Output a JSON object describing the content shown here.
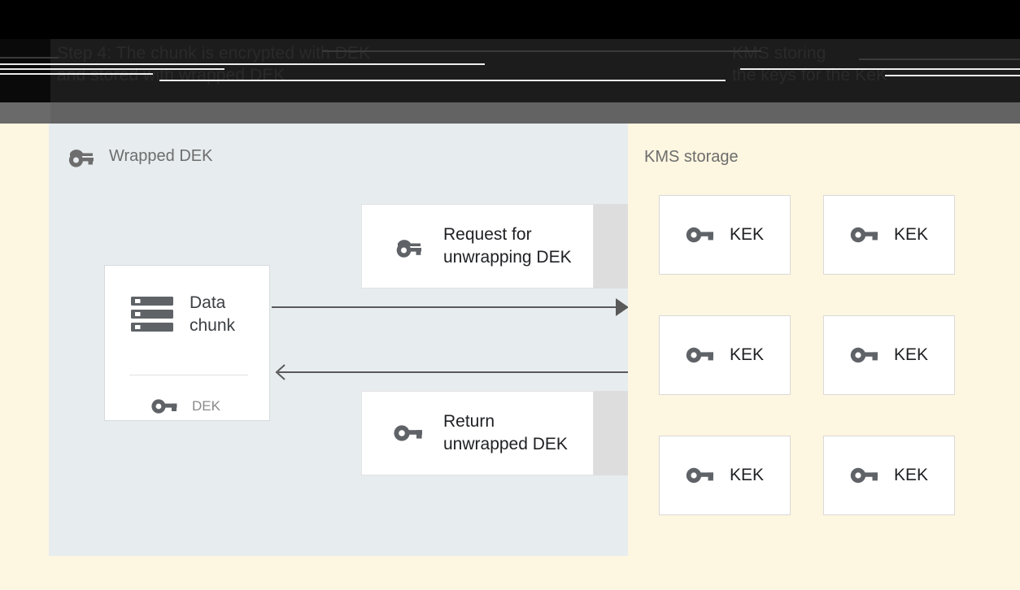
{
  "chrome": {
    "title_left": "Step 4: The chunk is encrypted with DEK\nand stored with wrapped DEK",
    "title_right": "KMS storing\nthe keys for the KeK",
    "band_color": "#1c1c1c",
    "bar_color": "#636363"
  },
  "stage": {
    "background": "#fdf6e0"
  },
  "wrapped_dek_panel": {
    "title": "Wrapped DEK",
    "icon": "wrapped-key-icon",
    "background": "#e7ecef",
    "data_chunk_card": {
      "icon": "storage-chunk-icon",
      "label": "Data\nchunk",
      "dek": {
        "icon": "key-icon",
        "label": "DEK"
      }
    },
    "messages": [
      {
        "id": "request-card",
        "icon": "wrapped-key-icon",
        "label": "Request for\nunwrapping DEK"
      },
      {
        "id": "return-card",
        "icon": "key-icon",
        "label": "Return\nunwrapped DEK"
      }
    ],
    "arrows": [
      {
        "name": "arrow-request-right",
        "direction": "right",
        "color": "#595959"
      },
      {
        "name": "arrow-return-left",
        "direction": "left",
        "color": "#595959"
      }
    ]
  },
  "kms_storage_panel": {
    "title": "KMS storage",
    "background": "#fdf6e0",
    "keks": [
      {
        "icon": "key-icon",
        "label": "KEK"
      },
      {
        "icon": "key-icon",
        "label": "KEK"
      },
      {
        "icon": "key-icon",
        "label": "KEK"
      },
      {
        "icon": "key-icon",
        "label": "KEK"
      },
      {
        "icon": "key-icon",
        "label": "KEK"
      },
      {
        "icon": "key-icon",
        "label": "KEK"
      }
    ]
  }
}
